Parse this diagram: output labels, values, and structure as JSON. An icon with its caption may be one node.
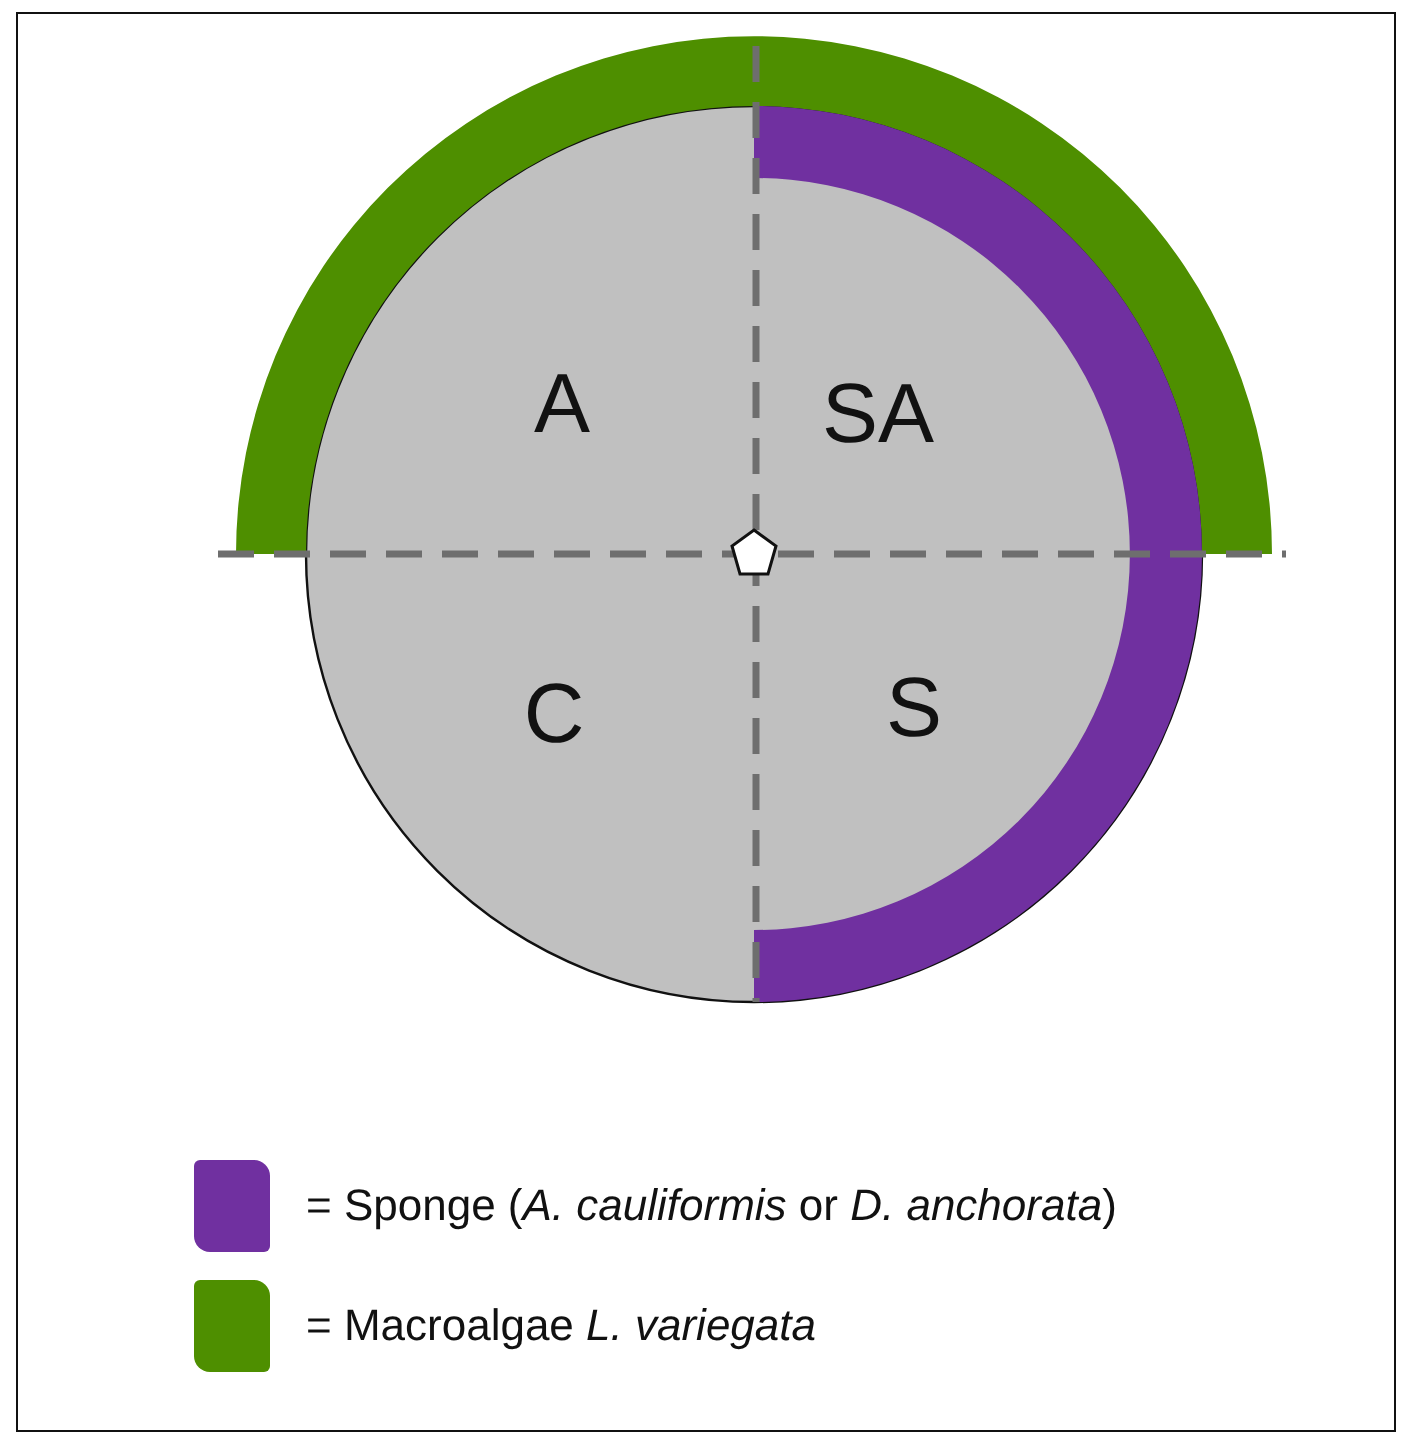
{
  "diagram": {
    "labels": [
      "A",
      "SA",
      "C",
      "S"
    ],
    "legend": [
      {
        "text": "= Sponge (*A. cauliformis* or *D. anchorata*)",
        "color": "#7030a0"
      },
      {
        "text": "= Macroalgae *L. variegata*",
        "color": "#4e8f00"
      }
    ]
  }
}
